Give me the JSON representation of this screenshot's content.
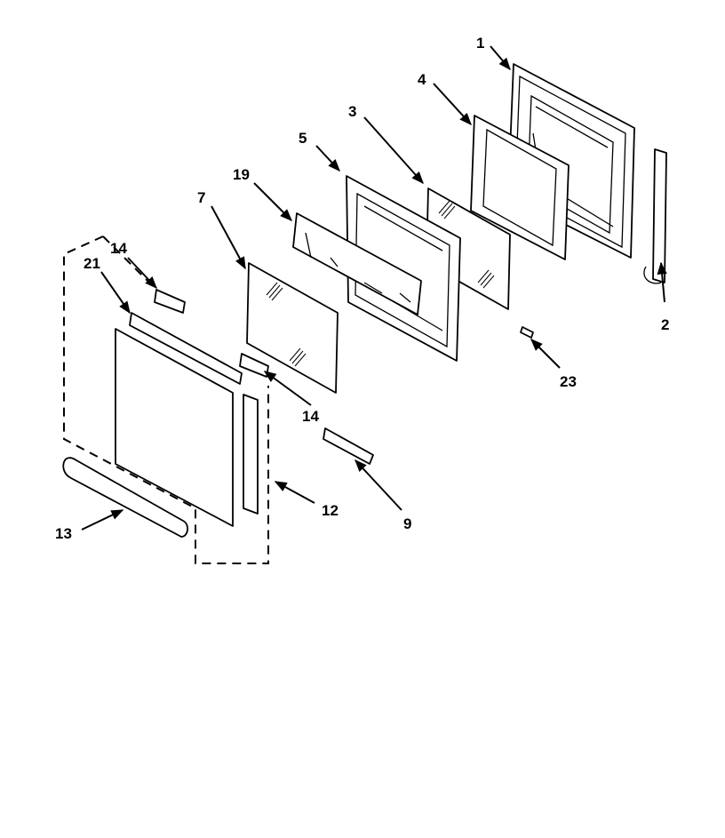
{
  "callouts": {
    "c1": "1",
    "c2": "2",
    "c3": "3",
    "c4": "4",
    "c5": "5",
    "c7": "7",
    "c9": "9",
    "c12": "12",
    "c13": "13",
    "c14a": "14",
    "c14b": "14",
    "c19": "19",
    "c21": "21",
    "c23": "23"
  }
}
